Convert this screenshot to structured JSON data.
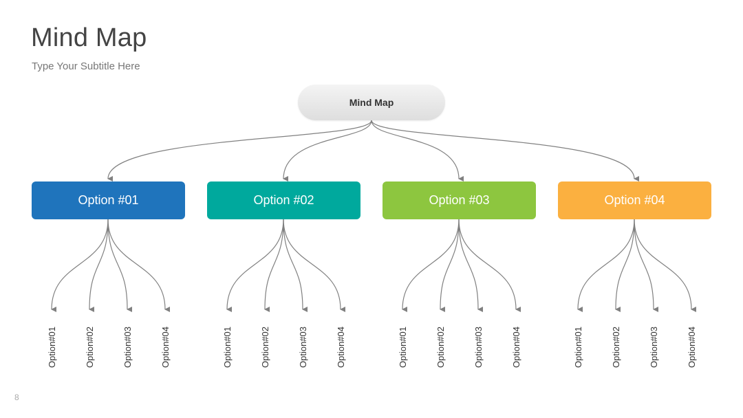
{
  "header": {
    "title": "Mind Map",
    "subtitle": "Type Your Subtitle Here"
  },
  "root": {
    "label": "Mind Map"
  },
  "options": [
    {
      "label": "Option #01",
      "color": "#1f74bc",
      "children": [
        "Option#01",
        "Option#02",
        "Option#03",
        "Option#04"
      ]
    },
    {
      "label": "Option #02",
      "color": "#00a99d",
      "children": [
        "Option#01",
        "Option#02",
        "Option#03",
        "Option#04"
      ]
    },
    {
      "label": "Option #03",
      "color": "#8dc63f",
      "children": [
        "Option#01",
        "Option#02",
        "Option#03",
        "Option#04"
      ]
    },
    {
      "label": "Option #04",
      "color": "#fbb040",
      "children": [
        "Option#01",
        "Option#02",
        "Option#03",
        "Option#04"
      ]
    }
  ],
  "colors": {
    "connector": "#808080"
  },
  "footer": {
    "page_number": "8"
  }
}
